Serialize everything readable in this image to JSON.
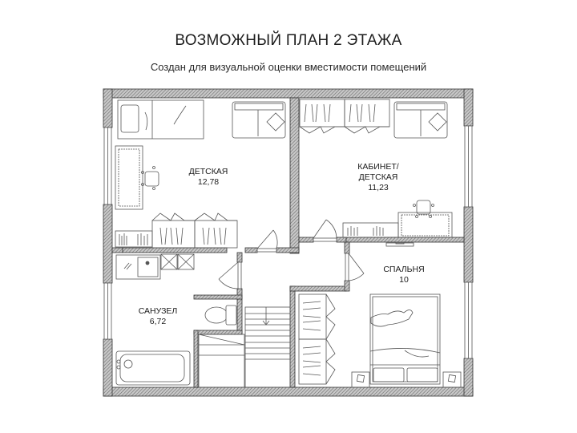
{
  "header": {
    "title": "ВОЗМОЖНЫЙ ПЛАН 2 ЭТАЖА",
    "subtitle": "Создан для визуальной оценки вместимости помещений"
  },
  "rooms": [
    {
      "name": "ДЕТСКАЯ",
      "area": "12,78"
    },
    {
      "name": "КАБИНЕТ/",
      "name2": "ДЕТСКАЯ",
      "area": "11,23"
    },
    {
      "name": "СПАЛЬНЯ",
      "area": "10"
    },
    {
      "name": "САНУЗЕЛ",
      "area": "6,72"
    }
  ],
  "colors": {
    "wall_fill": "#9a9a9a",
    "line": "#444444",
    "furniture": "#555555"
  },
  "icons": [
    "bed-icon",
    "sofa-icon",
    "desk-icon",
    "chair-icon",
    "bookshelf-icon",
    "wardrobe-icon",
    "door-icon",
    "window-icon",
    "toilet-icon",
    "bathtub-icon",
    "sink-icon",
    "stairs-icon",
    "tv-icon",
    "double-bed-icon",
    "nightstand-icon"
  ]
}
